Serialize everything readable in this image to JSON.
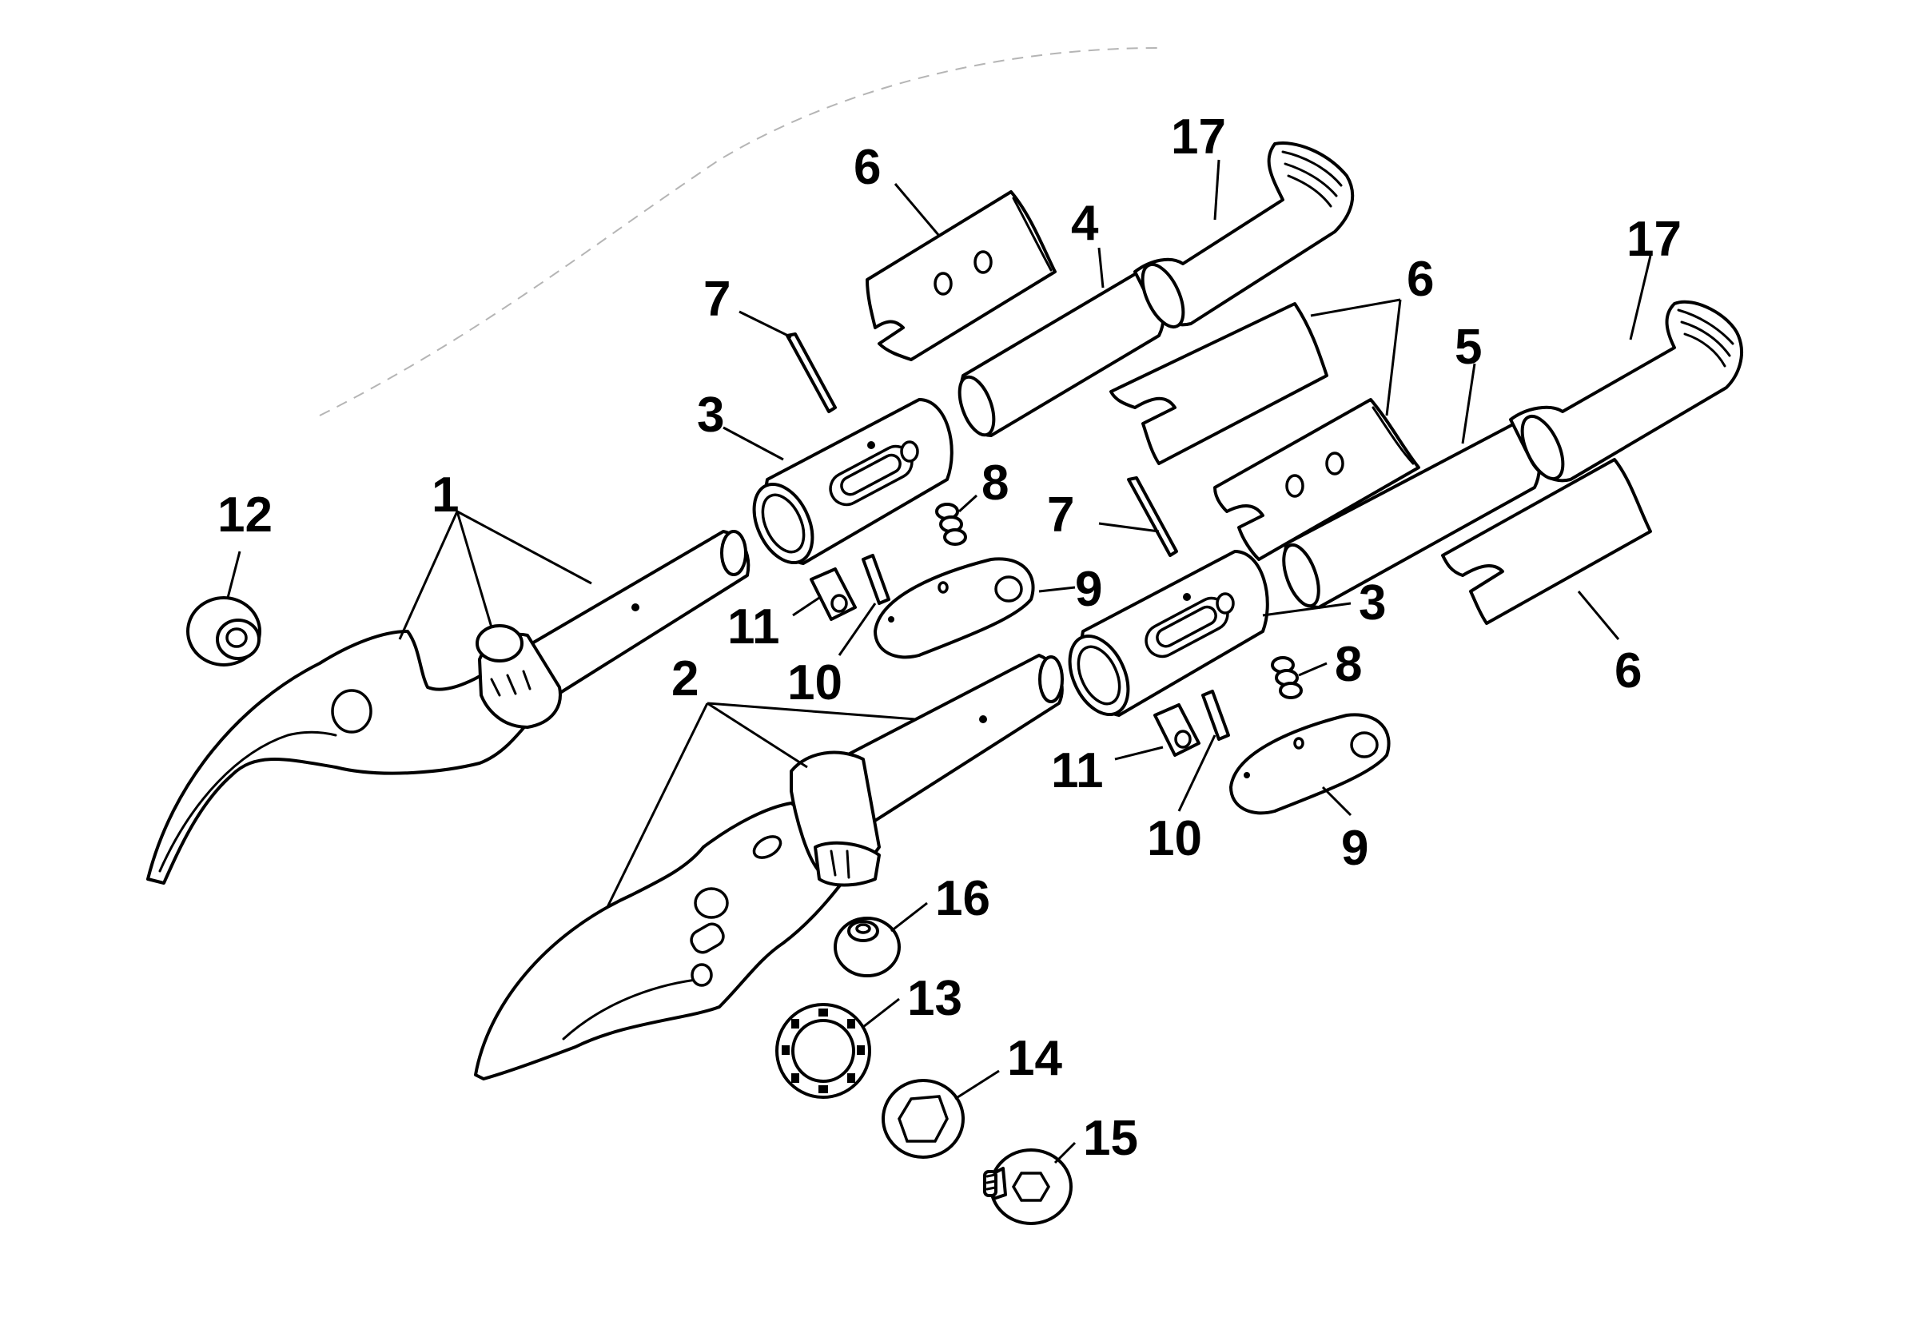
{
  "diagram": {
    "style": "exploded parts drawing",
    "background_color": "#ffffff",
    "line_color": "#000000",
    "part_numbers": [
      {
        "id": "p12",
        "text": "12"
      },
      {
        "id": "p1",
        "text": "1"
      },
      {
        "id": "p2",
        "text": "2"
      },
      {
        "id": "p3a",
        "text": "3"
      },
      {
        "id": "p3b",
        "text": "3"
      },
      {
        "id": "p4",
        "text": "4"
      },
      {
        "id": "p5",
        "text": "5"
      },
      {
        "id": "p6a",
        "text": "6"
      },
      {
        "id": "p6b",
        "text": "6"
      },
      {
        "id": "p6c",
        "text": "6"
      },
      {
        "id": "p7a",
        "text": "7"
      },
      {
        "id": "p7b",
        "text": "7"
      },
      {
        "id": "p8a",
        "text": "8"
      },
      {
        "id": "p8b",
        "text": "8"
      },
      {
        "id": "p9a",
        "text": "9"
      },
      {
        "id": "p9b",
        "text": "9"
      },
      {
        "id": "p10a",
        "text": "10"
      },
      {
        "id": "p10b",
        "text": "10"
      },
      {
        "id": "p11a",
        "text": "11"
      },
      {
        "id": "p11b",
        "text": "11"
      },
      {
        "id": "p13",
        "text": "13"
      },
      {
        "id": "p14",
        "text": "14"
      },
      {
        "id": "p15",
        "text": "15"
      },
      {
        "id": "p16",
        "text": "16"
      },
      {
        "id": "p17a",
        "text": "17"
      },
      {
        "id": "p17b",
        "text": "17"
      }
    ]
  }
}
